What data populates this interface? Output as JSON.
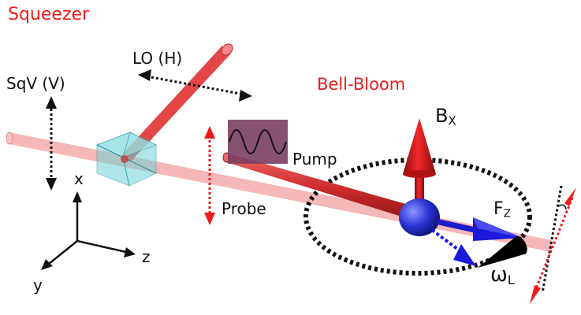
{
  "labels": {
    "squeezer": "Squeezer",
    "lo": "LO (H)",
    "sqv": "SqV (V)",
    "bell_bloom": "Bell-Bloom",
    "pump": "Pump",
    "probe": "Probe",
    "bx_base": "B",
    "bx_sub": "X",
    "fz_base": "F",
    "fz_sub": "Z",
    "omega_base": "ω",
    "omega_sub": "L",
    "axis_x": "x",
    "axis_y": "y",
    "axis_z": "z"
  },
  "colors": {
    "title_red": "#ef1b1b",
    "probe_beam": "#f0a0a0",
    "lo_beam": "#e24848",
    "pump_beam": "#d83a3a",
    "cube": "#6fd3d6",
    "pulse_box": "#7a3f63",
    "atom": "#2a33d6",
    "bx_arrow": "#e01010",
    "fz_arrow": "#1a1ad8"
  },
  "icons": {
    "cube": "beam-splitter-cube-icon",
    "atom": "atom-sphere-icon",
    "pulse": "square-pulse-icon",
    "cone": "larmor-cone-icon"
  }
}
